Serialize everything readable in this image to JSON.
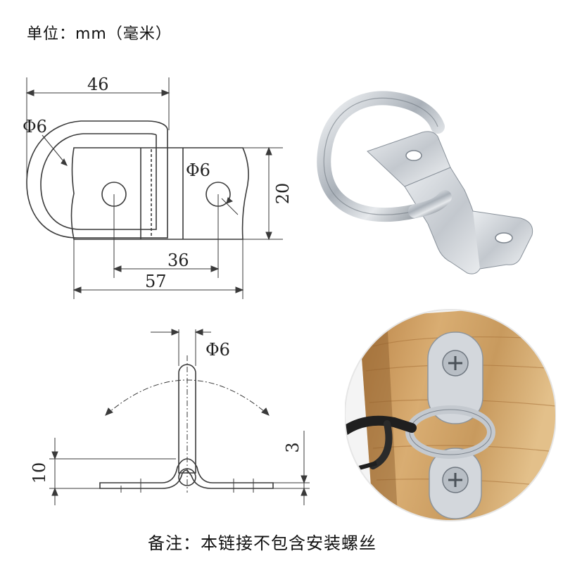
{
  "header": {
    "unit": "单位：mm（毫米）"
  },
  "top_drawing": {
    "dim_total_width": "46",
    "dim_ring_dia": "Φ6",
    "dim_hole_dia": "Φ6",
    "dim_height": "20",
    "dim_hole_spacing": "36",
    "dim_base_length": "57"
  },
  "side_drawing": {
    "dim_rod_dia": "Φ6",
    "dim_total_height": "10",
    "dim_plate_thickness": "3"
  },
  "footer": {
    "note": "备注：本链接不包含安装螺丝"
  },
  "photos": {
    "product_photo": "chrome D-ring tie-down with folded base plate",
    "installed_photo": "D-ring mounted with screws on wooden board holding a strap hook"
  },
  "colors": {
    "line": "#3a3a3a",
    "metal": "#c9ced4",
    "wood": "#c89a5e"
  }
}
